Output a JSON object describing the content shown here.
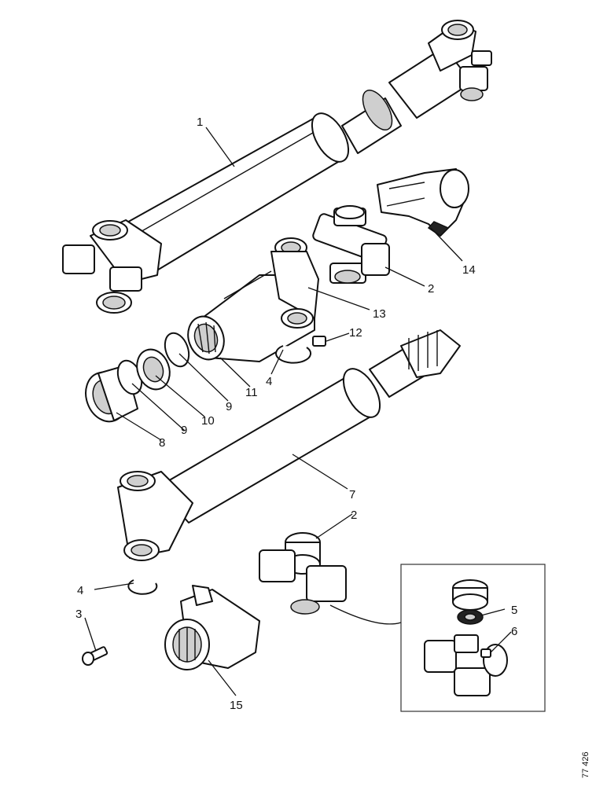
{
  "figure": {
    "reference_code": "77 426",
    "callouts": [
      {
        "id": "c1",
        "text": "1"
      },
      {
        "id": "c2a",
        "text": "2"
      },
      {
        "id": "c14",
        "text": "14"
      },
      {
        "id": "c13",
        "text": "13"
      },
      {
        "id": "c12",
        "text": "12"
      },
      {
        "id": "c4a",
        "text": "4"
      },
      {
        "id": "c11",
        "text": "11"
      },
      {
        "id": "c9a",
        "text": "9"
      },
      {
        "id": "c10",
        "text": "10"
      },
      {
        "id": "c9b",
        "text": "9"
      },
      {
        "id": "c8",
        "text": "8"
      },
      {
        "id": "c7",
        "text": "7"
      },
      {
        "id": "c2b",
        "text": "2"
      },
      {
        "id": "c4b",
        "text": "4"
      },
      {
        "id": "c3",
        "text": "3"
      },
      {
        "id": "c5",
        "text": "5"
      },
      {
        "id": "c6",
        "text": "6"
      },
      {
        "id": "c15",
        "text": "15"
      }
    ]
  }
}
